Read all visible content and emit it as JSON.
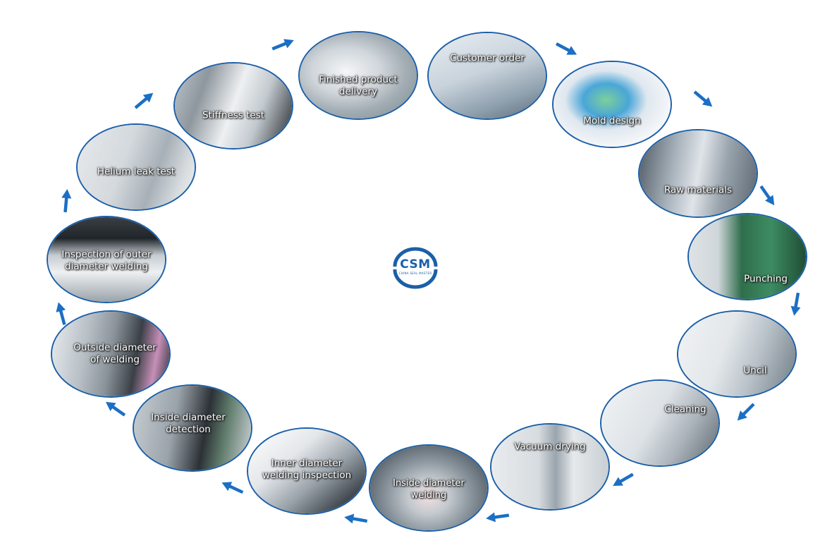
{
  "logo": {
    "text": "CSM",
    "subtext": "CHINA SEAL MASTER"
  },
  "steps": [
    {
      "label": "Customer order"
    },
    {
      "label": "Mold design"
    },
    {
      "label": "Raw materials"
    },
    {
      "label": "Punching"
    },
    {
      "label": "Uncil"
    },
    {
      "label": "Cleaning"
    },
    {
      "label": "Vacuum drying"
    },
    {
      "label": "Inside diameter welding"
    },
    {
      "label": "Inner diameter\nwelding inspection"
    },
    {
      "label": "Inside diameter\ndetection"
    },
    {
      "label": "Outside diameter\nof welding"
    },
    {
      "label": "Inspection of outer\ndiameter welding"
    },
    {
      "label": "Helium leak test"
    },
    {
      "label": "Stiffness test"
    },
    {
      "label": "Finished product\ndelivery"
    }
  ],
  "colors": {
    "border": "#1b5fa8",
    "arrow": "#1b6fc4",
    "logo": "#1b5fa8"
  }
}
